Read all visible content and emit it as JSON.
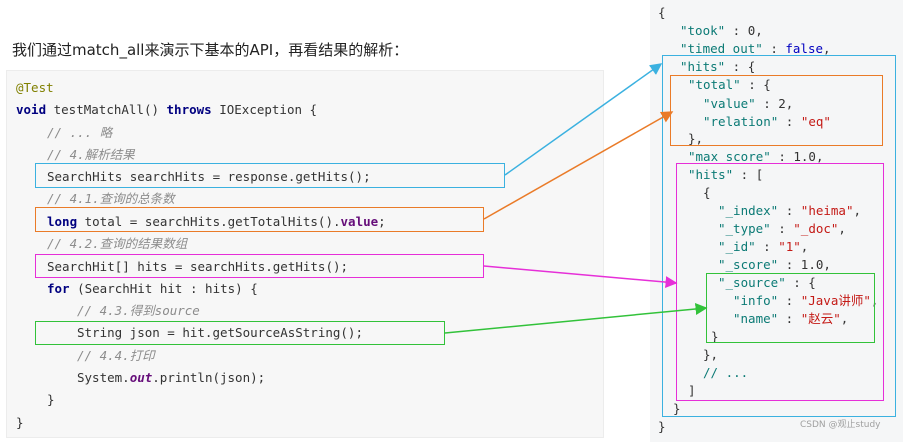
{
  "intro_text": "我们通过match_all来演示下基本的API，再看结果的解析：",
  "code": {
    "annotation": "@Test",
    "kw_void": "void",
    "method_sig": " testMatchAll() ",
    "kw_throws": "throws",
    "method_tail": " IOException {",
    "comment_omit": "// ... 略",
    "comment_parse": "// 4.解析结果",
    "search_hits_line": "SearchHits searchHits = response.getHits();",
    "comment_total": "// 4.1.查询的总条数",
    "kw_long": "long",
    "total_mid": " total = searchHits.getTotalHits().",
    "total_field": "value",
    "total_end": ";",
    "comment_array": "// 4.2.查询的结果数组",
    "hits_array_line": "SearchHit[] hits = searchHits.getHits();",
    "kw_for": "for",
    "for_rest": " (SearchHit hit : hits) {",
    "comment_source": "// 4.3.得到source",
    "json_line": "String json = hit.getSourceAsString();",
    "comment_print": "// 4.4.打印",
    "print_pre": "System.",
    "print_field": "out",
    "print_post": ".println(json);",
    "close_inner": "}",
    "close_outer": "}"
  },
  "json": {
    "open": "{",
    "took_key": "\"took\"",
    "took_val": "0",
    "timed_out_key": "\"timed_out\"",
    "timed_out_val": "false",
    "hits_key": "\"hits\"",
    "total_key": "\"total\"",
    "value_key": "\"value\"",
    "value_val": "2",
    "relation_key": "\"relation\"",
    "relation_val": "\"eq\"",
    "max_score_key": "\"max_score\"",
    "max_score_val": "1.0",
    "hits_arr_key": "\"hits\"",
    "index_key": "\"_index\"",
    "index_val": "\"heima\"",
    "type_key": "\"_type\"",
    "type_val": "\"_doc\"",
    "id_key": "\"_id\"",
    "id_val": "\"1\"",
    "score_key": "\"_score\"",
    "score_val": "1.0",
    "source_key": "\"_source\"",
    "info_key": "\"info\"",
    "info_val": "\"Java讲师\"",
    "name_key": "\"name\"",
    "name_val": "\"赵云\"",
    "ellipsis": "// ...",
    "close": "}"
  },
  "watermark": "CSDN @观止study",
  "colors": {
    "blue": "#3bb1e0",
    "orange": "#ea7b28",
    "magenta": "#e62fd8",
    "green": "#32c23a"
  }
}
